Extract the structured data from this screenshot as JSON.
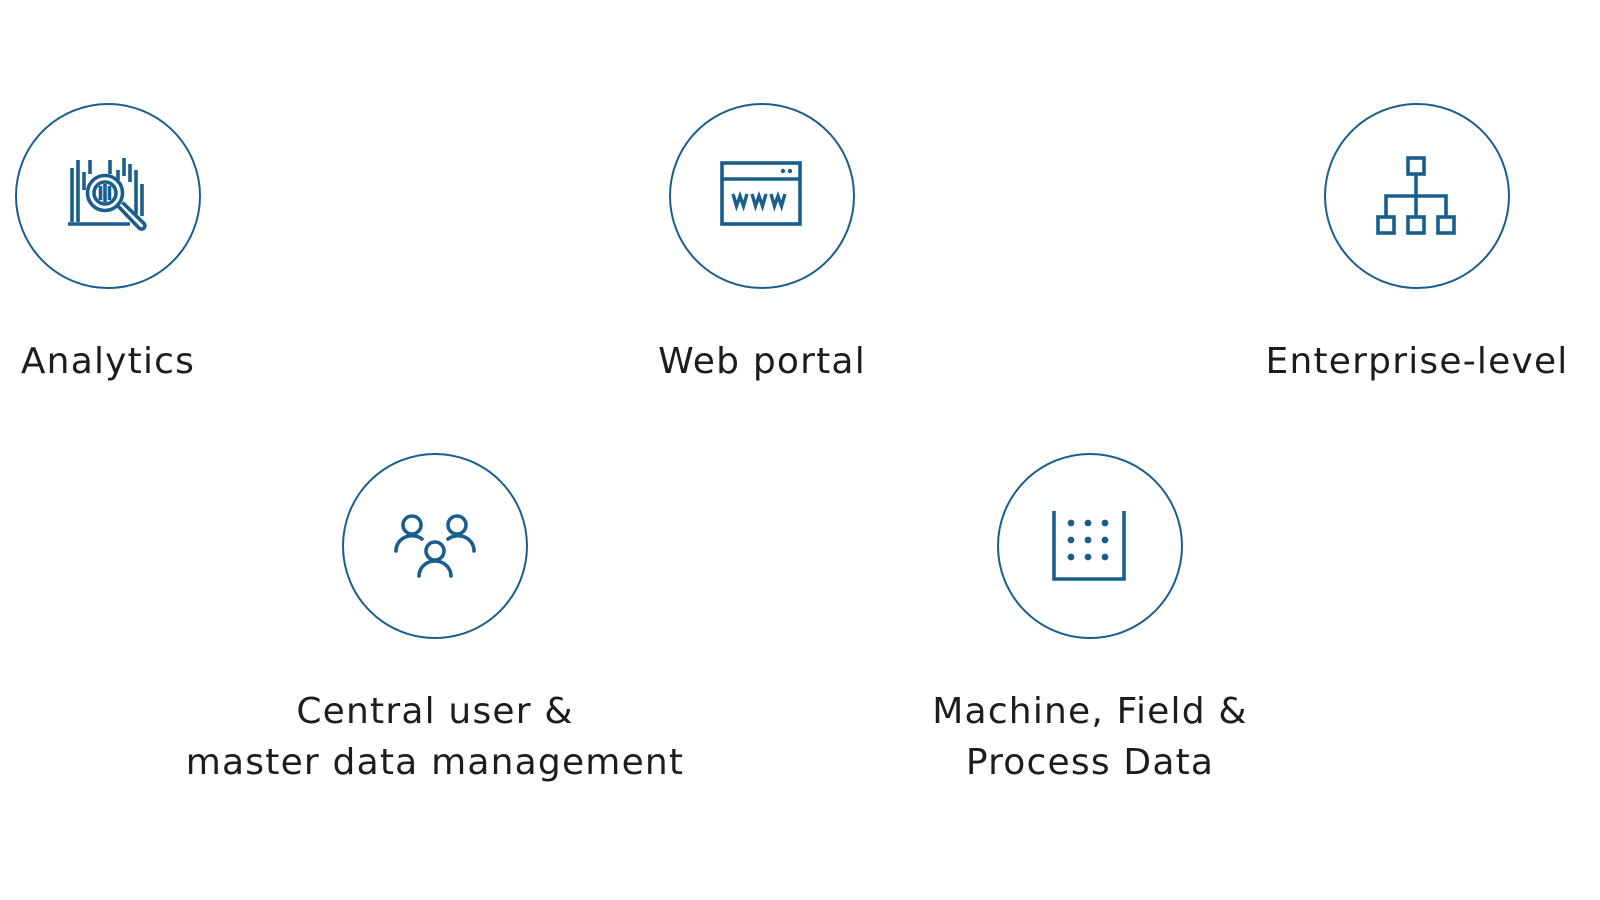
{
  "accent_color": "#1a5e8e",
  "text_color": "#1d1d1d",
  "features": {
    "analytics": {
      "label": "Analytics",
      "icon": "barcode-magnifier-icon"
    },
    "web_portal": {
      "label": "Web portal",
      "icon": "www-browser-window-icon"
    },
    "enterprise": {
      "label": "Enterprise-level",
      "icon": "org-chart-hierarchy-icon"
    },
    "central_user": {
      "label_line1": "Central user &",
      "label_line2": "master data management",
      "icon": "user-group-icon"
    },
    "machine_data": {
      "label_line1": "Machine, Field &",
      "label_line2": "Process Data",
      "icon": "dot-grid-tray-icon"
    }
  }
}
